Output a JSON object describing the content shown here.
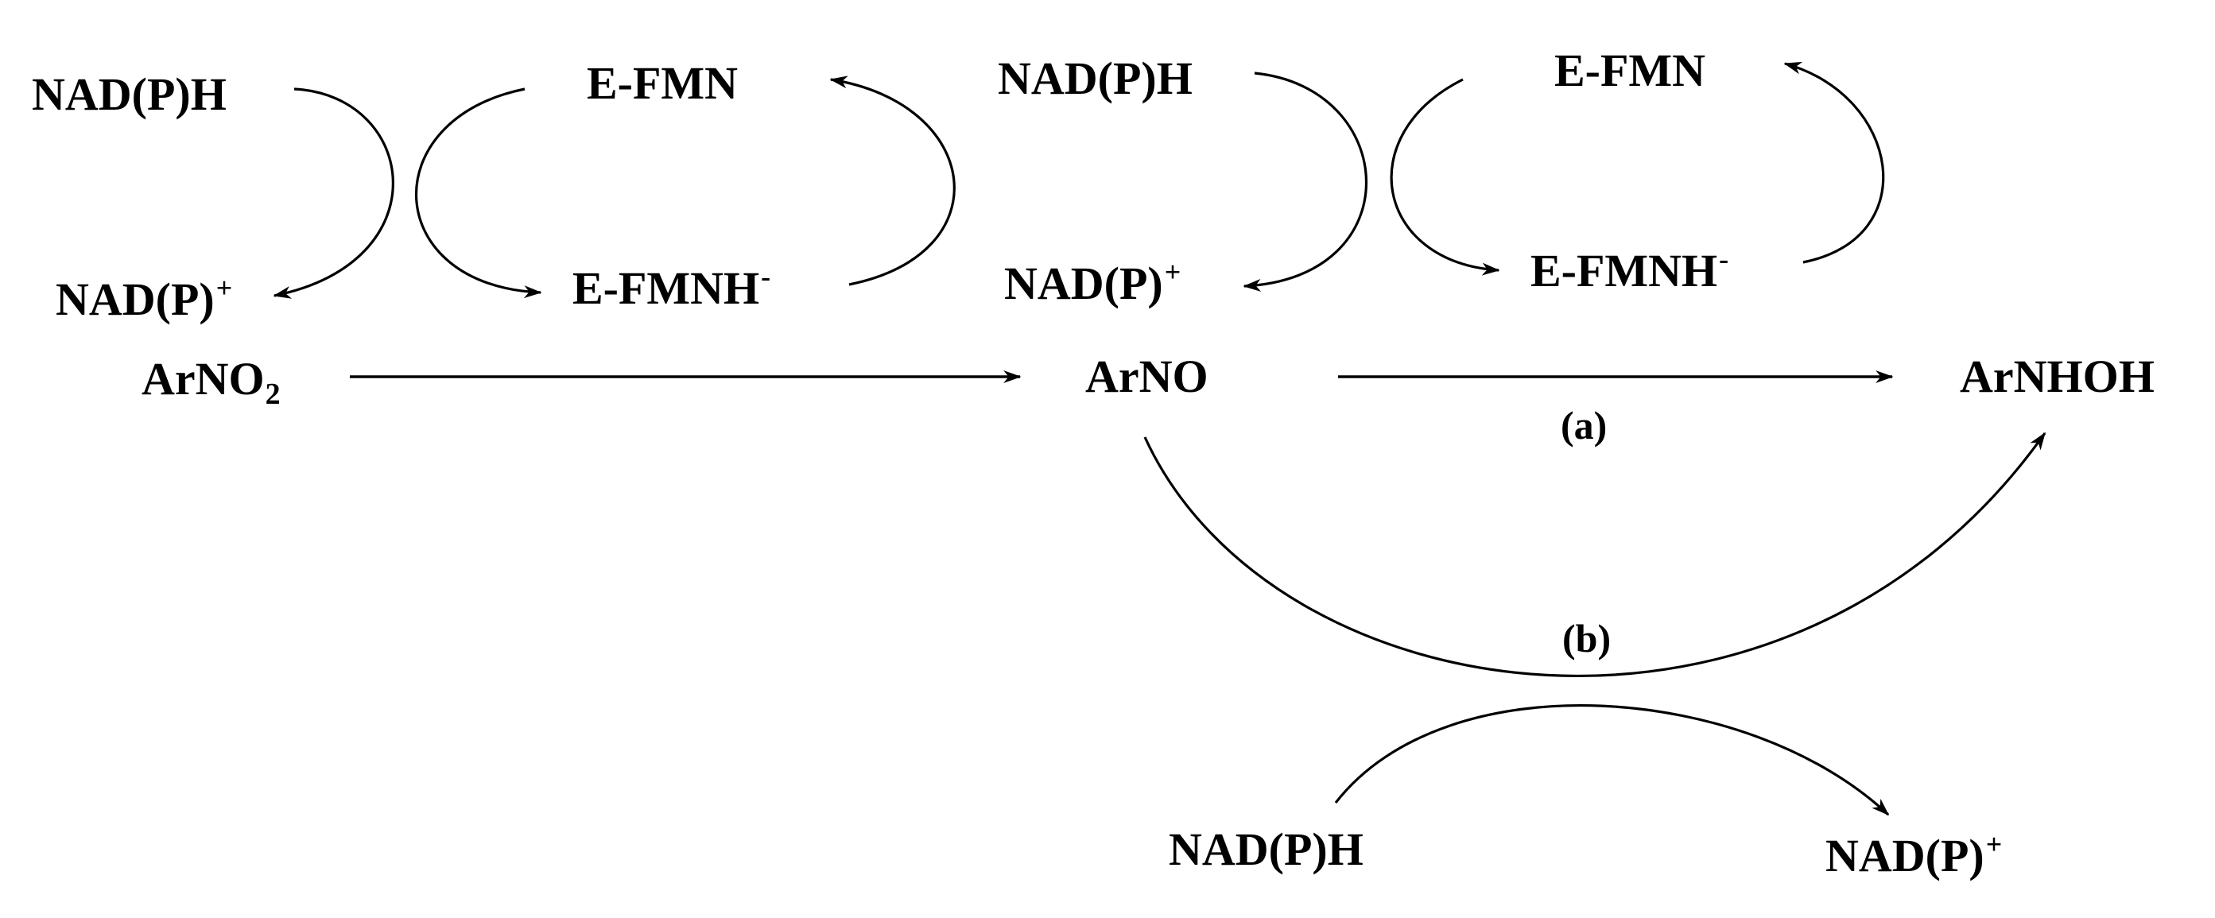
{
  "labels": {
    "nadph_1": "NAD(P)H",
    "nadp_1": {
      "main": "NAD(P)",
      "sup": "+"
    },
    "efmn_1": "E-FMN",
    "efmnh_1": {
      "main": "E-FMNH",
      "sup": "-"
    },
    "nadph_2": "NAD(P)H",
    "nadp_2": {
      "main": "NAD(P)",
      "sup": "+"
    },
    "efmn_2": "E-FMN",
    "efmnh_2": {
      "main": "E-FMNH",
      "sup": "-"
    },
    "arno2": {
      "main": "ArNO",
      "sub": "2"
    },
    "arno": "ArNO",
    "arnhoh": "ArNHOH",
    "step_a": "(a)",
    "step_b": "(b)",
    "nadph_3": "NAD(P)H",
    "nadp_3": {
      "main": "NAD(P)",
      "sup": "+"
    }
  },
  "colors": {
    "ink": "#000000",
    "background": "#ffffff"
  }
}
